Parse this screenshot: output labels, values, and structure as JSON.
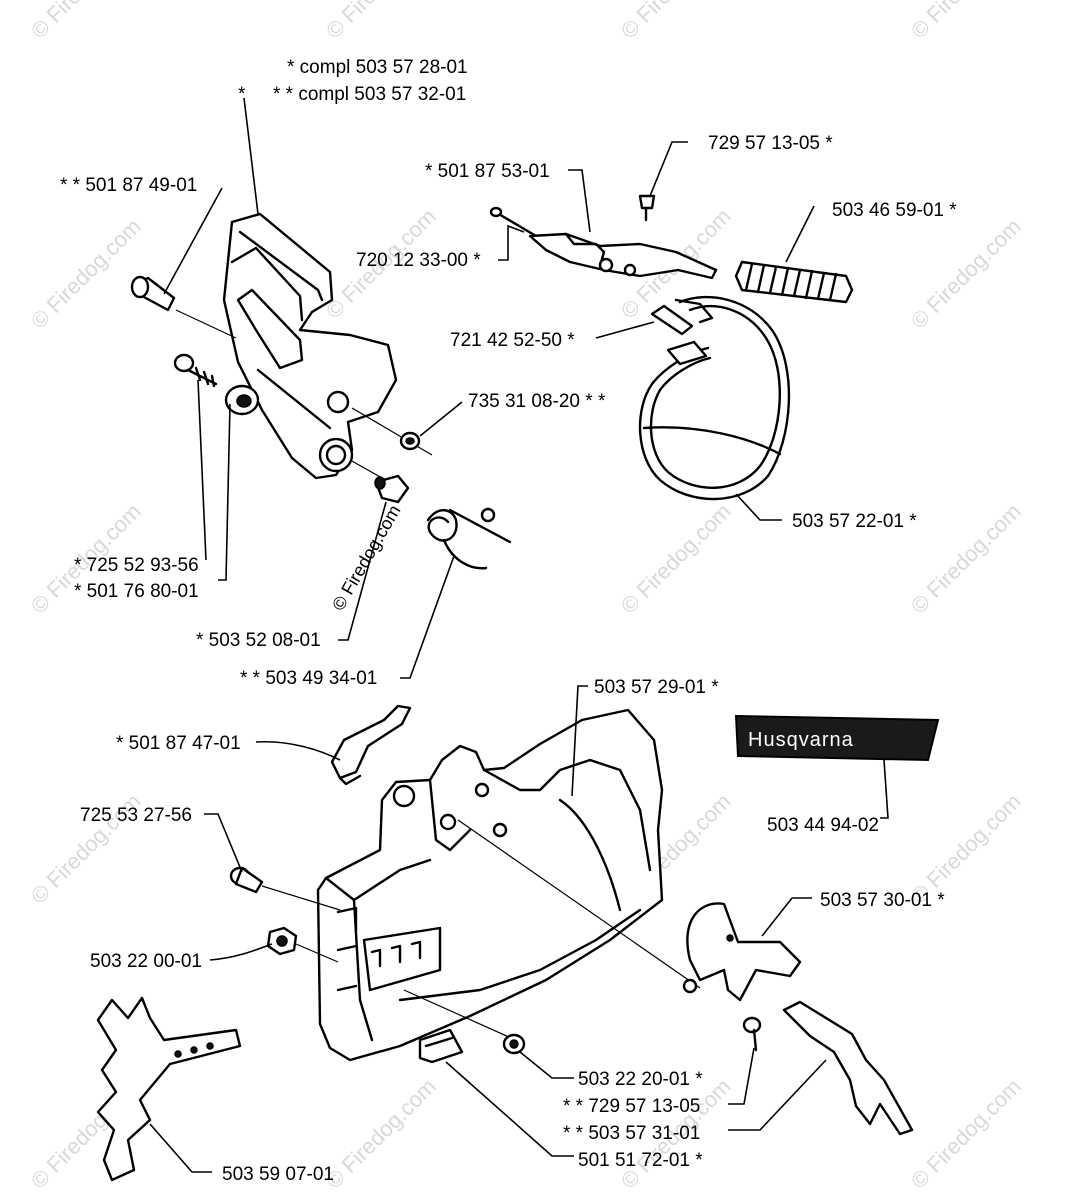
{
  "watermark": "© Firedog.com",
  "brand_plate": "Husqvarna",
  "labels": {
    "compl_1": "*  compl 503 57 28-01",
    "compl_2": "* *  compl 503 57 32-01",
    "p_501874901": "* *  501 87 49-01",
    "p_501875301": "*  501 87 53-01",
    "p_729571305a": "729 57 13-05  *",
    "p_503465901": "503 46 59-01  *",
    "p_720123300": "720 12 33-00  *",
    "p_721425250": "721 42 52-50  *",
    "p_735310820": "735 31 08-20  * *",
    "p_503572201": "503 57 22-01  *",
    "p_725529356": "*  725 52 93-56",
    "p_501768001": "*  501 76 80-01",
    "p_503520801": "*  503 52 08-01",
    "p_503493401": "* *  503 49 34-01",
    "p_503572901": "503 57 29-01  *",
    "p_501874701": "*  501 87 47-01",
    "p_503449402": "503 44 94-02",
    "p_725532756": "725 53 27-56",
    "p_503573001": "503 57 30-01  *",
    "p_503220001": "503 22 00-01",
    "p_503222001": "503 22 20-01  *",
    "p_729571305b": "* *  729 57 13-05",
    "p_503573101": "* *  503 57 31-01",
    "p_501517201": "501 51 72-01  *",
    "p_503590701": "503 59 07-01"
  }
}
